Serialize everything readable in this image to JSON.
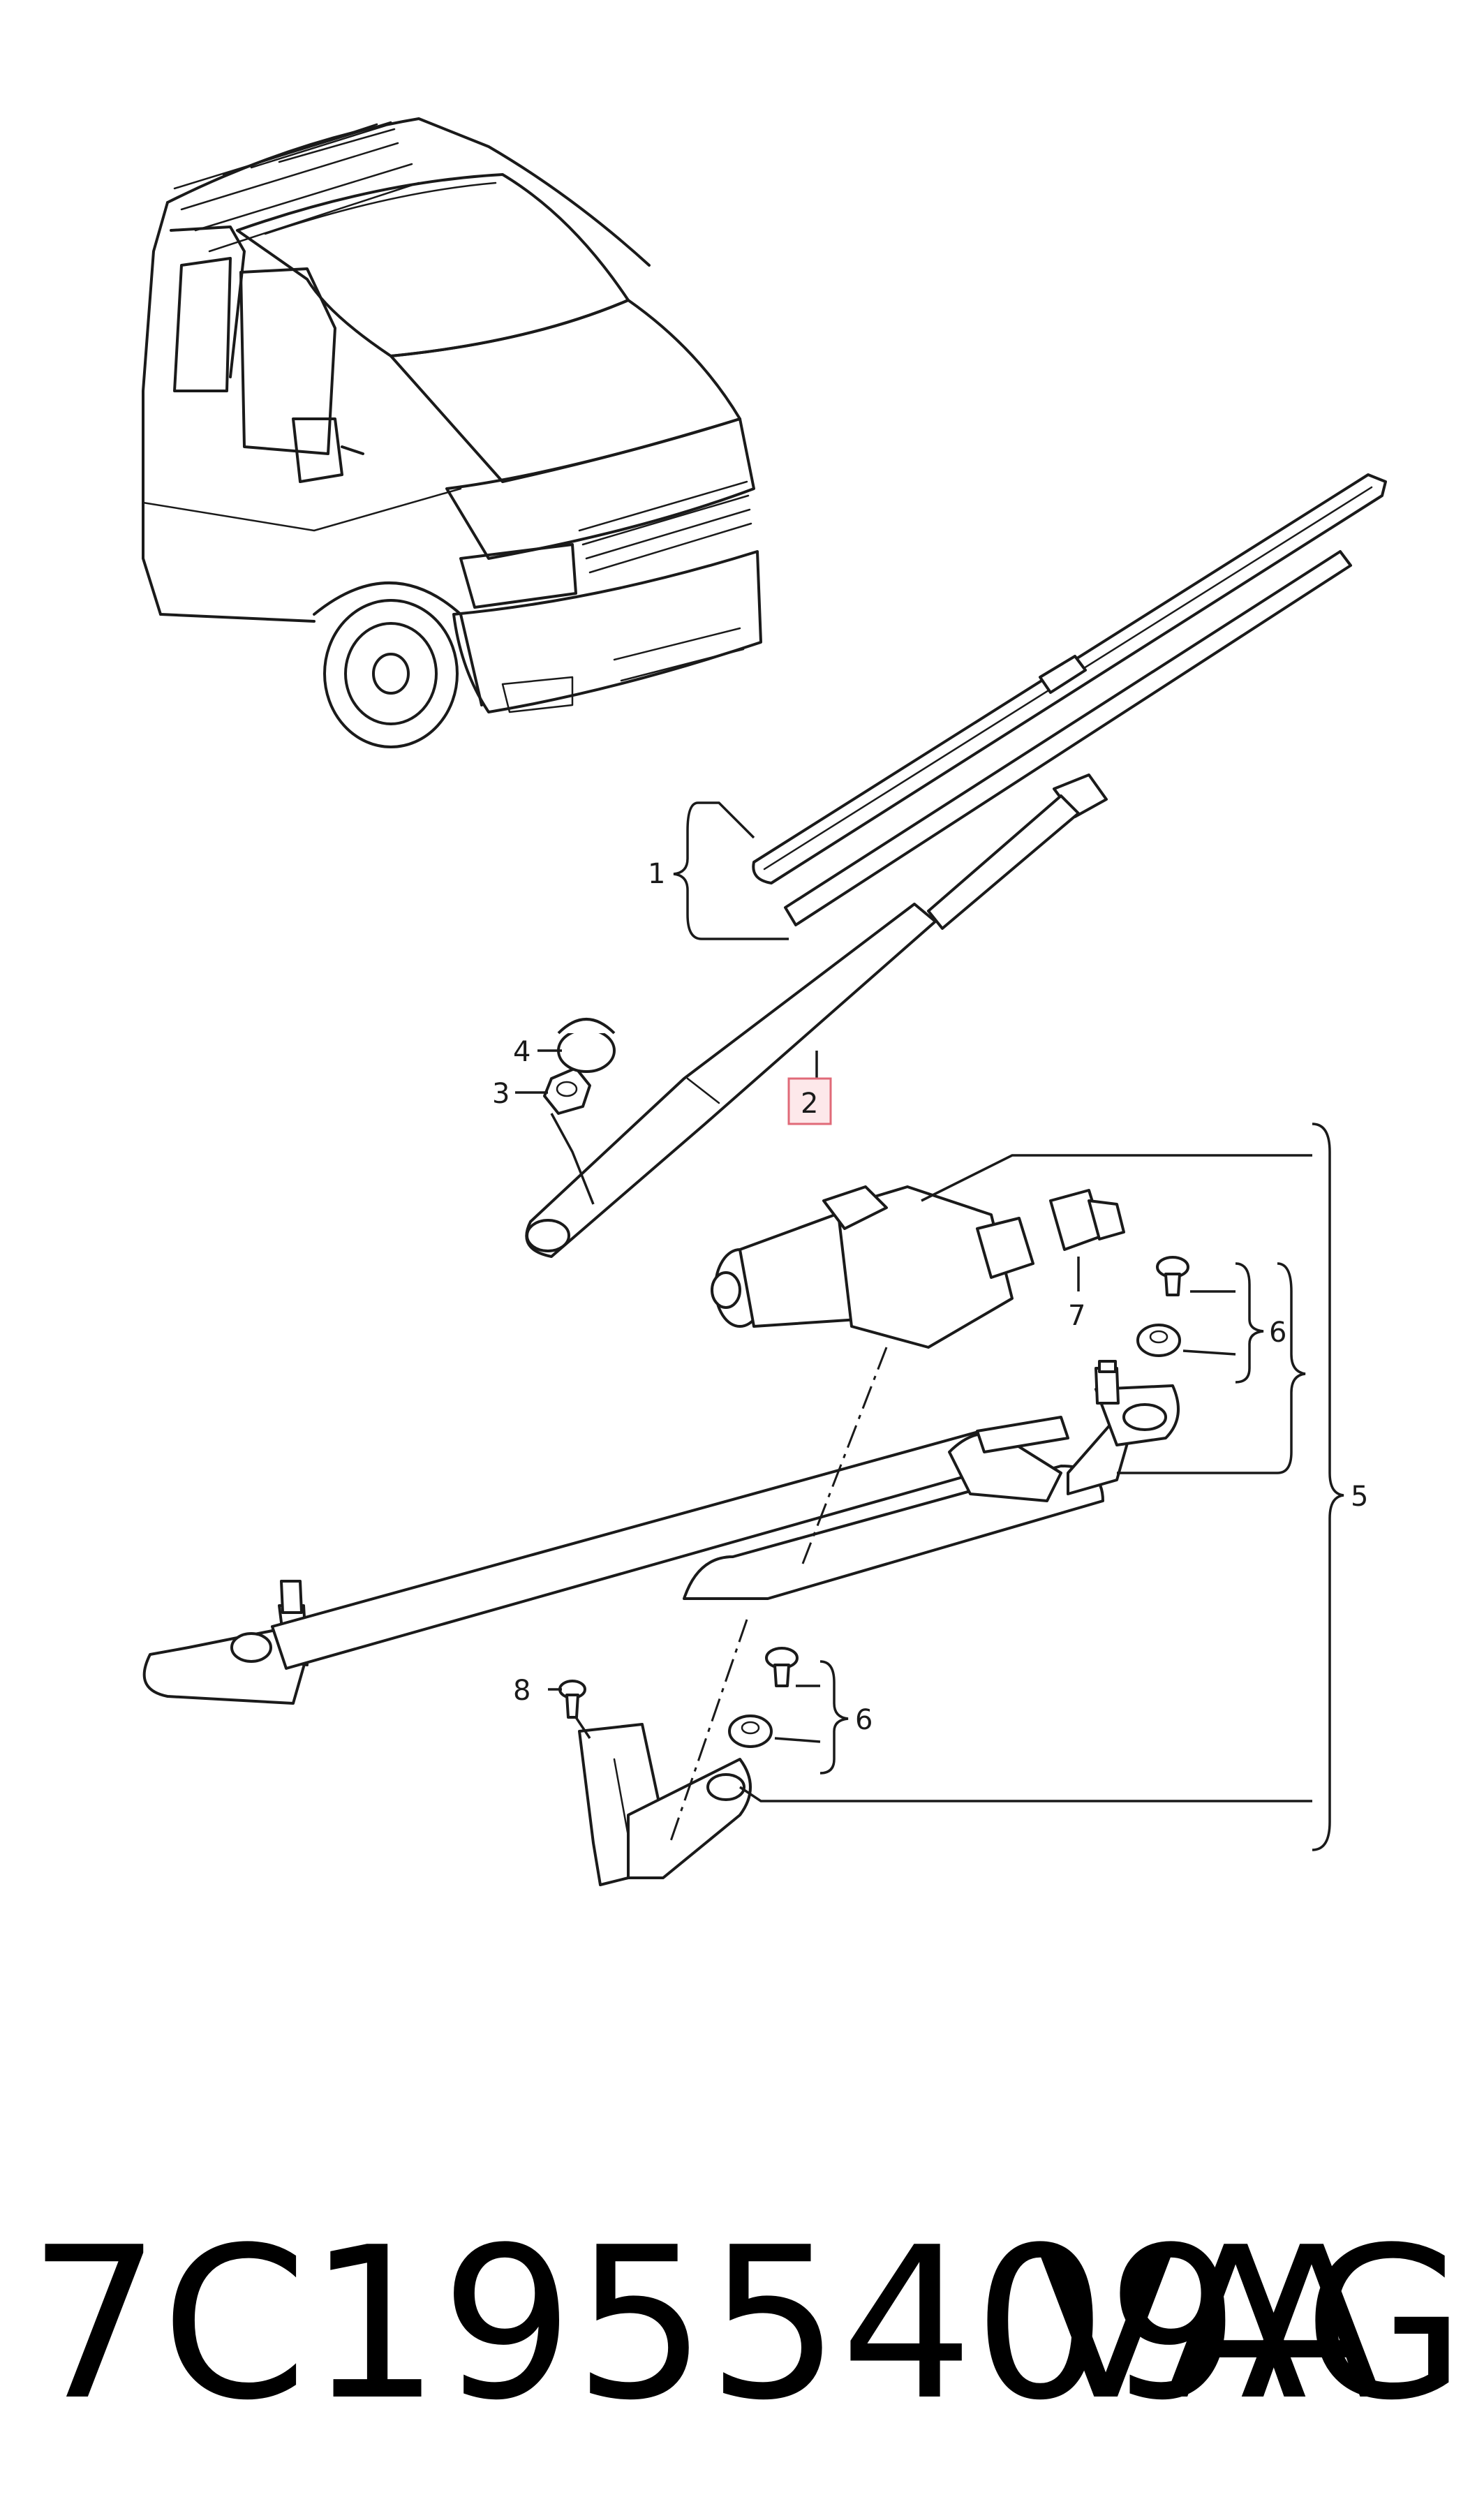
{
  "callouts": {
    "c1": "1",
    "c2": "2",
    "c3": "3",
    "c4": "4",
    "c5": "5",
    "c6a": "6",
    "c6b": "6",
    "c7": "7",
    "c8": "8"
  },
  "highlighted_callout": "2",
  "footer": {
    "part_number": "7C1955409A",
    "brand": "VAG"
  },
  "colors": {
    "highlight_fill": "#fde8ea",
    "highlight_stroke": "#e06a78",
    "line": "#1a1a1a"
  }
}
